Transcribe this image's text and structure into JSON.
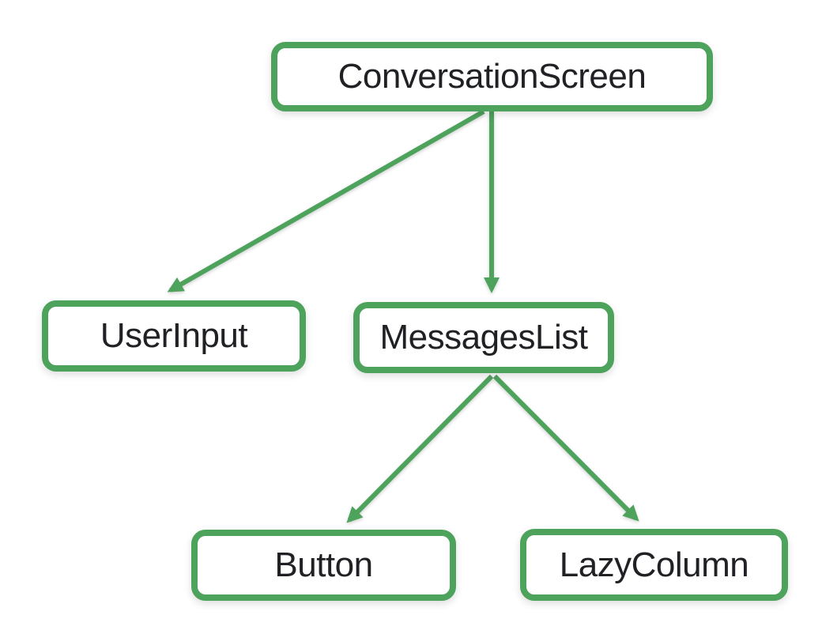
{
  "diagram": {
    "accent_color": "#4da25c",
    "text_color": "#202124",
    "background_color": "#ffffff",
    "nodes": {
      "conversation_screen": {
        "label": "ConversationScreen"
      },
      "user_input": {
        "label": "UserInput"
      },
      "messages_list": {
        "label": "MessagesList"
      },
      "button": {
        "label": "Button"
      },
      "lazy_column": {
        "label": "LazyColumn"
      }
    },
    "edges": [
      {
        "from": "ConversationScreen",
        "to": "UserInput"
      },
      {
        "from": "ConversationScreen",
        "to": "MessagesList"
      },
      {
        "from": "MessagesList",
        "to": "Button"
      },
      {
        "from": "MessagesList",
        "to": "LazyColumn"
      }
    ]
  }
}
